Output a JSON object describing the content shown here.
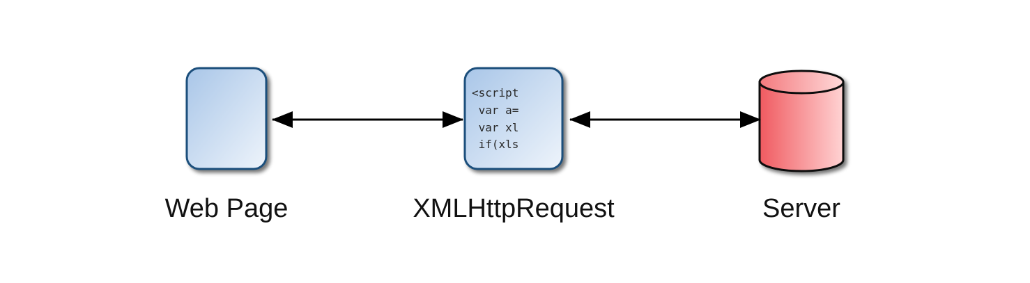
{
  "diagram": {
    "nodes": [
      {
        "id": "web-page",
        "label": "Web Page",
        "shape": "rounded-rect",
        "fill": "#bcd3ee"
      },
      {
        "id": "xhr",
        "label": "XMLHttpRequest",
        "shape": "rounded-rect",
        "fill": "#bcd3ee",
        "code_lines": [
          "<script",
          " var a=",
          " var xl",
          " if(xls"
        ]
      },
      {
        "id": "server",
        "label": "Server",
        "shape": "cylinder",
        "fill": "#f26b6f"
      }
    ],
    "edges": [
      {
        "from": "web-page",
        "to": "xhr",
        "direction": "bidirectional"
      },
      {
        "from": "xhr",
        "to": "server",
        "direction": "bidirectional"
      }
    ],
    "colors": {
      "box_stroke": "#1d4f7c",
      "box_fill_light": "#e7f0fa",
      "box_fill_dark": "#a9c6e8",
      "cylinder_stroke": "#111111",
      "cylinder_fill_light": "#ffd0d0",
      "cylinder_fill_dark": "#f05a60",
      "arrow": "#000000"
    }
  }
}
